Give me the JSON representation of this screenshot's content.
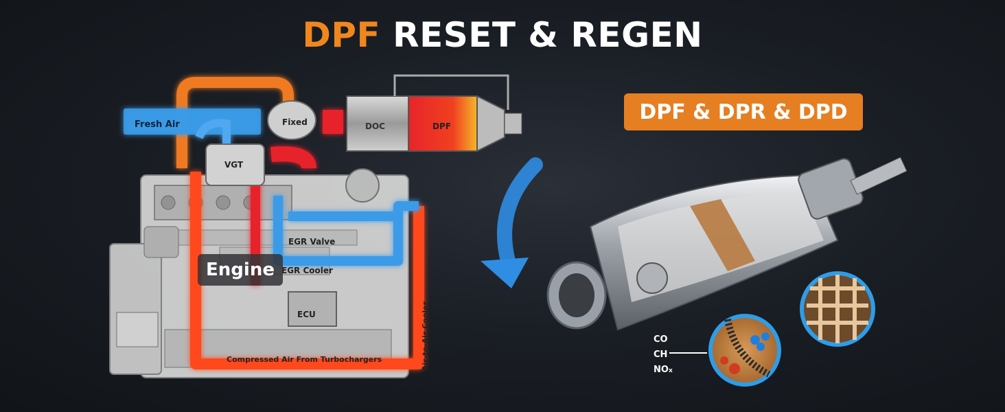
{
  "headline": {
    "accent": "DPF",
    "rest": " RESET & REGEN"
  },
  "badge": "DPF & DPR & DPD",
  "diagram": {
    "fresh_air": "Fresh Air",
    "fixed": "Fixed",
    "vgt": "VGT",
    "doc": "DOC",
    "dpf": "DPF",
    "egr_valve": "EGR Valve",
    "egr_cooler": "EGR Cooler",
    "engine": "Engine",
    "ecu": "ECU",
    "compressed_air": "Compressed Air From Turbochargers",
    "air_cooler": "Air-to-Air Cooler"
  },
  "emissions": {
    "co": "CO",
    "ch": "CH",
    "nox_main": "NO",
    "nox_sub": "x"
  },
  "colors": {
    "accent": "#f0861e",
    "badge": "#e67e22",
    "hot": "#ff4a1c",
    "cold": "#3a9be8"
  }
}
